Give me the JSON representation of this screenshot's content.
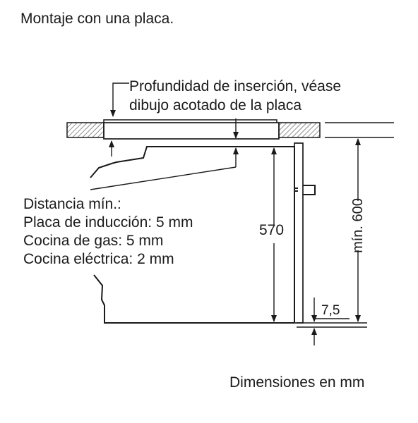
{
  "title": "Montaje con una placa.",
  "callout": {
    "line1": "Profundidad de inserción, véase",
    "line2": "dibujo acotado de la placa"
  },
  "min_distance": {
    "heading": "Distancia mín.:",
    "items": [
      "Placa de inducción: 5 mm",
      "Cocina de gas: 5 mm",
      "Cocina eléctrica: 2 mm"
    ]
  },
  "dimensions": {
    "oven_height": "570",
    "niche_height": "mín. 600",
    "gap": "7,5"
  },
  "footer": "Dimensiones en mm",
  "colors": {
    "line": "#1a1a1a",
    "hatch": "#555555"
  }
}
